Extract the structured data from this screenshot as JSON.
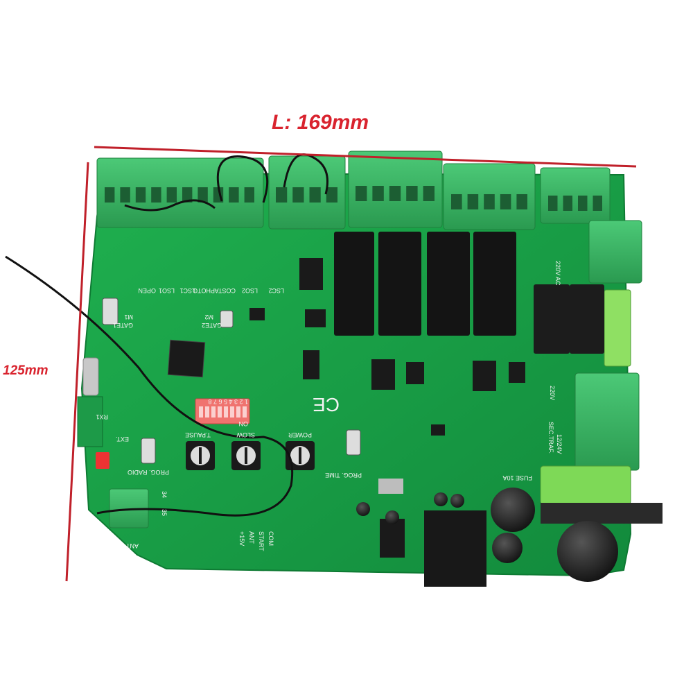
{
  "dimensions": {
    "length_label": "L: 169mm",
    "width_label": "125mm"
  },
  "board_markings": {
    "terminals_top": [
      "GATE1",
      "GATE2",
      "OPEN",
      "LSO1",
      "LSC1",
      "PHOTO",
      "COSTA",
      "LSO2",
      "LSC2"
    ],
    "switch_labels": [
      "M1",
      "M2"
    ],
    "dip_numbers": "1 2 3 4 5 6 7 8",
    "dip_on": "ON",
    "pots": [
      "T.PAUSE",
      "SLOW",
      "POWER"
    ],
    "prog_radio": "PROG. RADIO",
    "prog_time": "PROG. TIME",
    "ext": "EXT.",
    "rx": "RX1",
    "ant": "ANT",
    "term_34": "34",
    "term_35": "35",
    "bottom_labels": [
      "+15V",
      "ANT",
      "START",
      "COM"
    ],
    "voltage_220": "220V",
    "voltage_220ac": "220V AC",
    "sec_traf": "SEC.TRAF.",
    "v1224": "12/24V",
    "fuse": "FUSE 10A",
    "ce": "CE"
  },
  "colors": {
    "dimension_lines": "#c0202a",
    "pcb_green": "#17a34a",
    "terminal_green": "#35b560",
    "relay_black": "#141414"
  }
}
